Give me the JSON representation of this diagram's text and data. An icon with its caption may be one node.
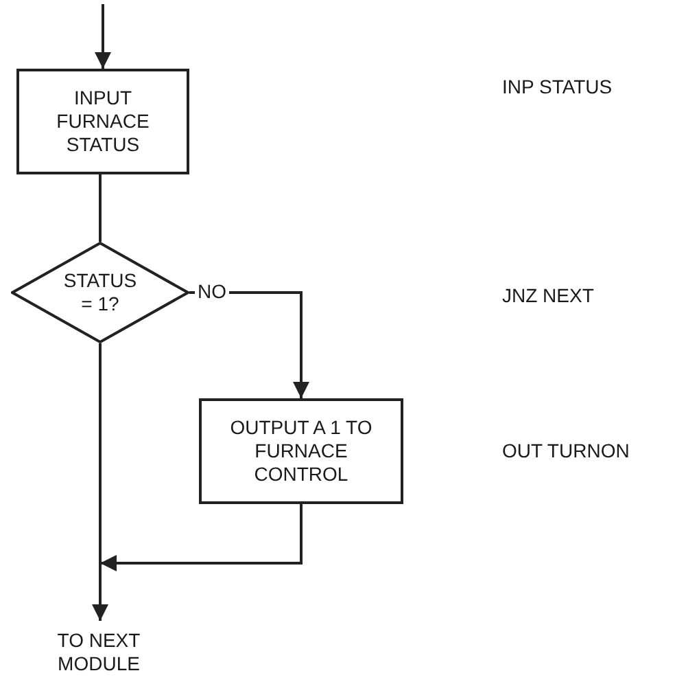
{
  "diagram": {
    "nodes": [
      {
        "text": [
          "INPUT FURNACE STATUS"
        ]
      },
      {
        "text": [
          "STATUS = 1?"
        ]
      },
      {
        "text": [
          "OUTPUT A 1 TO FURNACE CONTROL"
        ]
      },
      {
        "text": [
          "TO NEXT MODULE"
        ]
      }
    ],
    "edges": [
      {
        "from": null,
        "to": 0,
        "arrow": "to"
      },
      {
        "from": 0,
        "to": 1,
        "arrow": "none"
      },
      {
        "from": 1,
        "to": 2,
        "arrow": "to",
        "label": "NO"
      },
      {
        "from": 1,
        "to": 3,
        "arrow": "to"
      },
      {
        "from": 2,
        "to": 3,
        "arrow": "to"
      }
    ],
    "labels": [
      "INP STATUS",
      "JNZ NEXT",
      "OUT TURNON"
    ]
  }
}
